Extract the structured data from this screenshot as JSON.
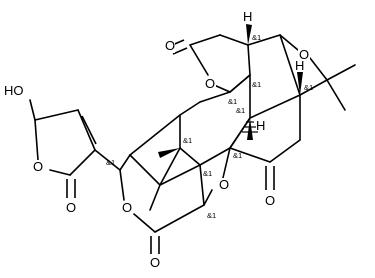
{
  "atoms": {
    "oxygen": "O",
    "hydroxyl": "HO",
    "hydrogen": "H"
  },
  "stereo_label": "&1"
}
